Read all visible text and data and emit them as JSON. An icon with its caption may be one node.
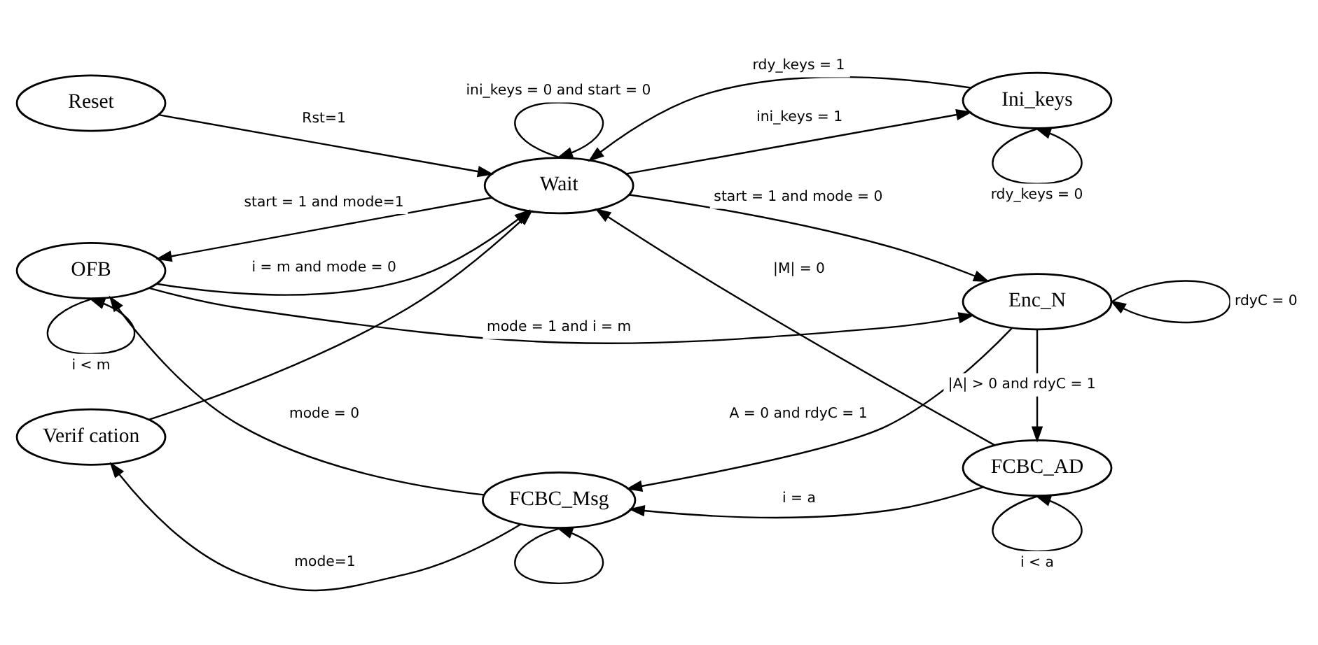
{
  "diagram": {
    "nodes": [
      {
        "text": [
          "Reset"
        ]
      },
      {
        "text": [
          "Wait"
        ]
      },
      {
        "text": [
          "Ini_keys"
        ]
      },
      {
        "text": [
          "OFB"
        ]
      },
      {
        "text": [
          "Enc_N"
        ]
      },
      {
        "text": [
          "Verif cation"
        ]
      },
      {
        "text": [
          "FCBC_Msg"
        ]
      },
      {
        "text": [
          "FCBC_AD"
        ]
      }
    ],
    "edges": [
      {
        "from": 0,
        "to": 1,
        "arrow": "to",
        "label": "Rst=1"
      },
      {
        "from": 1,
        "to": 1,
        "arrow": "to",
        "label": "ini_keys = 0 and start = 0"
      },
      {
        "from": 1,
        "to": 2,
        "arrow": "to",
        "label": "ini_keys = 1"
      },
      {
        "from": 2,
        "to": 1,
        "arrow": "to",
        "label": "rdy_keys = 1"
      },
      {
        "from": 2,
        "to": 2,
        "arrow": "to",
        "label": "rdy_keys = 0"
      },
      {
        "from": 1,
        "to": 3,
        "arrow": "to",
        "label": "start = 1 and mode=1"
      },
      {
        "from": 3,
        "to": 1,
        "arrow": "to",
        "label": "i = m and mode = 0"
      },
      {
        "from": 1,
        "to": 4,
        "arrow": "to",
        "label": "start = 1 and mode = 0"
      },
      {
        "from": 3,
        "to": 3,
        "arrow": "to",
        "label": "i < m"
      },
      {
        "from": 3,
        "to": 4,
        "arrow": "to",
        "label": "mode = 1 and i = m"
      },
      {
        "from": 4,
        "to": 4,
        "arrow": "to",
        "label": "rdyC = 0"
      },
      {
        "from": 4,
        "to": 7,
        "arrow": "to",
        "label": "|A| > 0 and rdyC = 1"
      },
      {
        "from": 4,
        "to": 6,
        "arrow": "to",
        "label": "A = 0 and rdyC = 1"
      },
      {
        "from": 7,
        "to": 1,
        "arrow": "to",
        "label": "|M| = 0"
      },
      {
        "from": 6,
        "to": 3,
        "arrow": "to",
        "label": "mode = 0"
      },
      {
        "from": 5,
        "to": 1,
        "arrow": "to"
      },
      {
        "from": 6,
        "to": 5,
        "arrow": "to",
        "label": "mode=1"
      },
      {
        "from": 7,
        "to": 6,
        "arrow": "to",
        "label": "i = a"
      },
      {
        "from": 7,
        "to": 7,
        "arrow": "to",
        "label": "i < a"
      },
      {
        "from": 6,
        "to": 6,
        "arrow": "to"
      }
    ]
  }
}
